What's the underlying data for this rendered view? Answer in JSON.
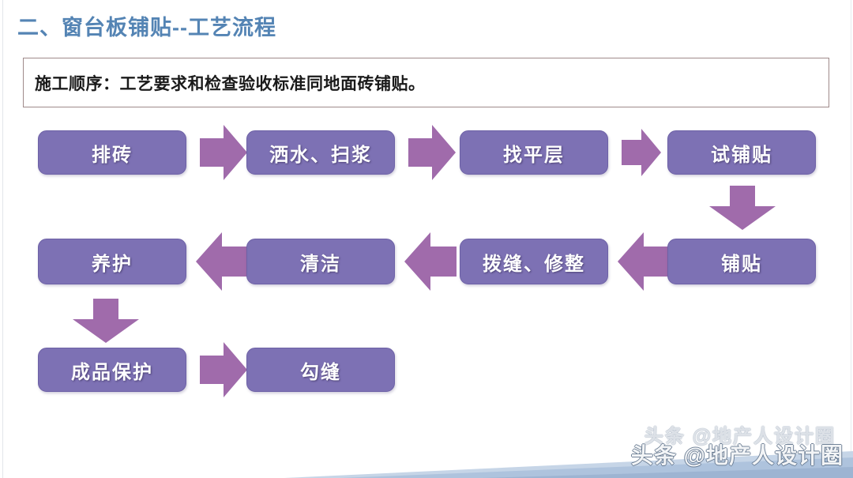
{
  "slide": {
    "title": "二、窗台板铺贴--工艺流程",
    "title_color": "#5484b4",
    "background_color": "#ffffff"
  },
  "note": {
    "text": "施工顺序：工艺要求和检查验收标准同地面砖铺贴。",
    "border_color": "#9f8a8a"
  },
  "theme": {
    "box_fill": "#7d71b4",
    "box_border": "#6d61a6",
    "box_text": "#ffffff",
    "arrow_fill": "#a06bab",
    "band_fill": "#b9cbe2"
  },
  "flow": {
    "row1": [
      {
        "label": "排砖"
      },
      {
        "label": "洒水、扫浆"
      },
      {
        "label": "找平层"
      },
      {
        "label": "试铺贴"
      }
    ],
    "row2": [
      {
        "label": "养护"
      },
      {
        "label": "清洁"
      },
      {
        "label": "拨缝、修整"
      },
      {
        "label": "铺贴"
      }
    ],
    "row3": [
      {
        "label": "成品保护"
      },
      {
        "label": "勾缝"
      }
    ],
    "arrows": [
      {
        "name": "arrow-paizhuan-to-sashui",
        "direction": "right"
      },
      {
        "name": "arrow-sashui-to-zhaopingceng",
        "direction": "right"
      },
      {
        "name": "arrow-zhaopingceng-to-shipuite",
        "direction": "right"
      },
      {
        "name": "arrow-shipuite-to-puite",
        "direction": "down"
      },
      {
        "name": "arrow-puite-to-bofeng",
        "direction": "left"
      },
      {
        "name": "arrow-bofeng-to-qingjie",
        "direction": "left"
      },
      {
        "name": "arrow-qingjie-to-yanghu",
        "direction": "left"
      },
      {
        "name": "arrow-yanghu-to-chengpinbaohu",
        "direction": "down"
      },
      {
        "name": "arrow-chengpinbaohu-to-goufeng",
        "direction": "right"
      }
    ]
  },
  "watermark": {
    "text": "头条 @地产人设计圈",
    "ghost_text": "头条 @地产人设计圈"
  }
}
